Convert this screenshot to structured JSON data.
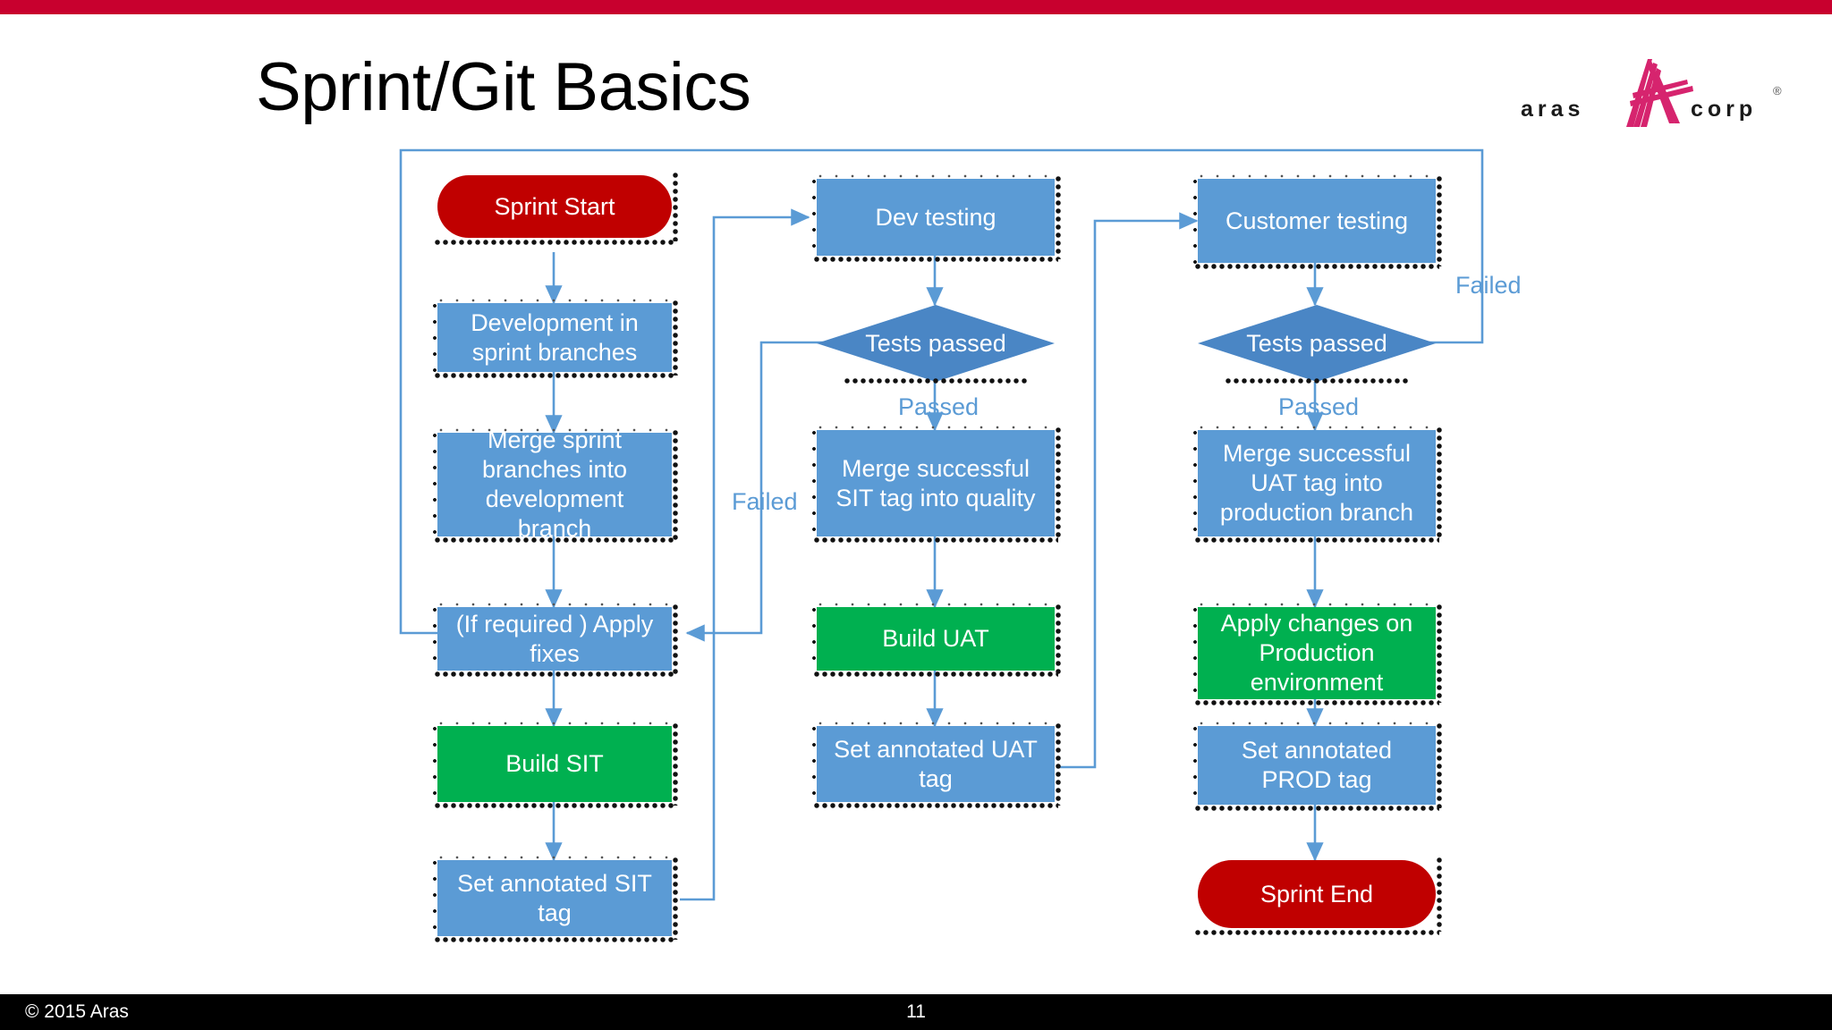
{
  "slide": {
    "title": "Sprint/Git Basics",
    "page_number": "11",
    "copyright": "© 2015 Aras",
    "accent_color": "#C8002E",
    "footer_bg": "#000000"
  },
  "logo": {
    "text_left": "aras",
    "text_right": "corp",
    "registered_mark": "®",
    "mark_color": "#D6246E",
    "text_color": "#1a1a1a"
  },
  "palette": {
    "process_blue": "#5B9BD5",
    "decision_blue": "#4A86C5",
    "build_green": "#00B050",
    "terminator_red": "#C00000",
    "connector_blue": "#5B9BD5",
    "label_blue": "#5B9BD5",
    "node_text": "#FFFFFF"
  },
  "flowchart": {
    "type": "flowchart",
    "columns": [
      {
        "name": "sprint-development",
        "nodes": [
          {
            "id": "sprint-start",
            "label": "Sprint Start",
            "shape": "terminator"
          },
          {
            "id": "development",
            "label": "Development in sprint branches",
            "shape": "process"
          },
          {
            "id": "merge-dev",
            "label": "Merge sprint branches into development branch",
            "shape": "process"
          },
          {
            "id": "apply-fixes",
            "label": "(If required ) Apply fixes",
            "shape": "process"
          },
          {
            "id": "build-sit",
            "label": "Build SIT",
            "shape": "build"
          },
          {
            "id": "set-sit-tag",
            "label": "Set annotated SIT tag",
            "shape": "process"
          }
        ]
      },
      {
        "name": "dev-testing",
        "nodes": [
          {
            "id": "dev-testing",
            "label": "Dev testing",
            "shape": "process"
          },
          {
            "id": "tests-passed-sit",
            "label": "Tests passed",
            "shape": "decision"
          },
          {
            "id": "merge-sit",
            "label": "Merge successful SIT tag into quality",
            "shape": "process"
          },
          {
            "id": "build-uat",
            "label": "Build UAT",
            "shape": "build"
          },
          {
            "id": "set-uat-tag",
            "label": "Set annotated UAT tag",
            "shape": "process"
          }
        ]
      },
      {
        "name": "customer-testing",
        "nodes": [
          {
            "id": "customer-testing",
            "label": "Customer testing",
            "shape": "process"
          },
          {
            "id": "tests-passed-uat",
            "label": "Tests passed",
            "shape": "decision"
          },
          {
            "id": "merge-uat",
            "label": "Merge successful UAT tag into production branch",
            "shape": "process"
          },
          {
            "id": "apply-prod",
            "label": "Apply changes on Production environment",
            "shape": "build"
          },
          {
            "id": "set-prod-tag",
            "label": "Set annotated PROD tag",
            "shape": "process"
          },
          {
            "id": "sprint-end",
            "label": "Sprint End",
            "shape": "terminator"
          }
        ]
      }
    ],
    "edge_labels": [
      {
        "id": "passed-sit",
        "label": "Passed",
        "from": "tests-passed-sit",
        "to": "merge-sit"
      },
      {
        "id": "passed-uat",
        "label": "Passed",
        "from": "tests-passed-uat",
        "to": "merge-uat"
      },
      {
        "id": "failed-sit",
        "label": "Failed",
        "from": "tests-passed-sit",
        "to": "apply-fixes"
      },
      {
        "id": "failed-uat",
        "label": "Failed",
        "from": "tests-passed-uat",
        "to": "apply-fixes"
      }
    ]
  }
}
